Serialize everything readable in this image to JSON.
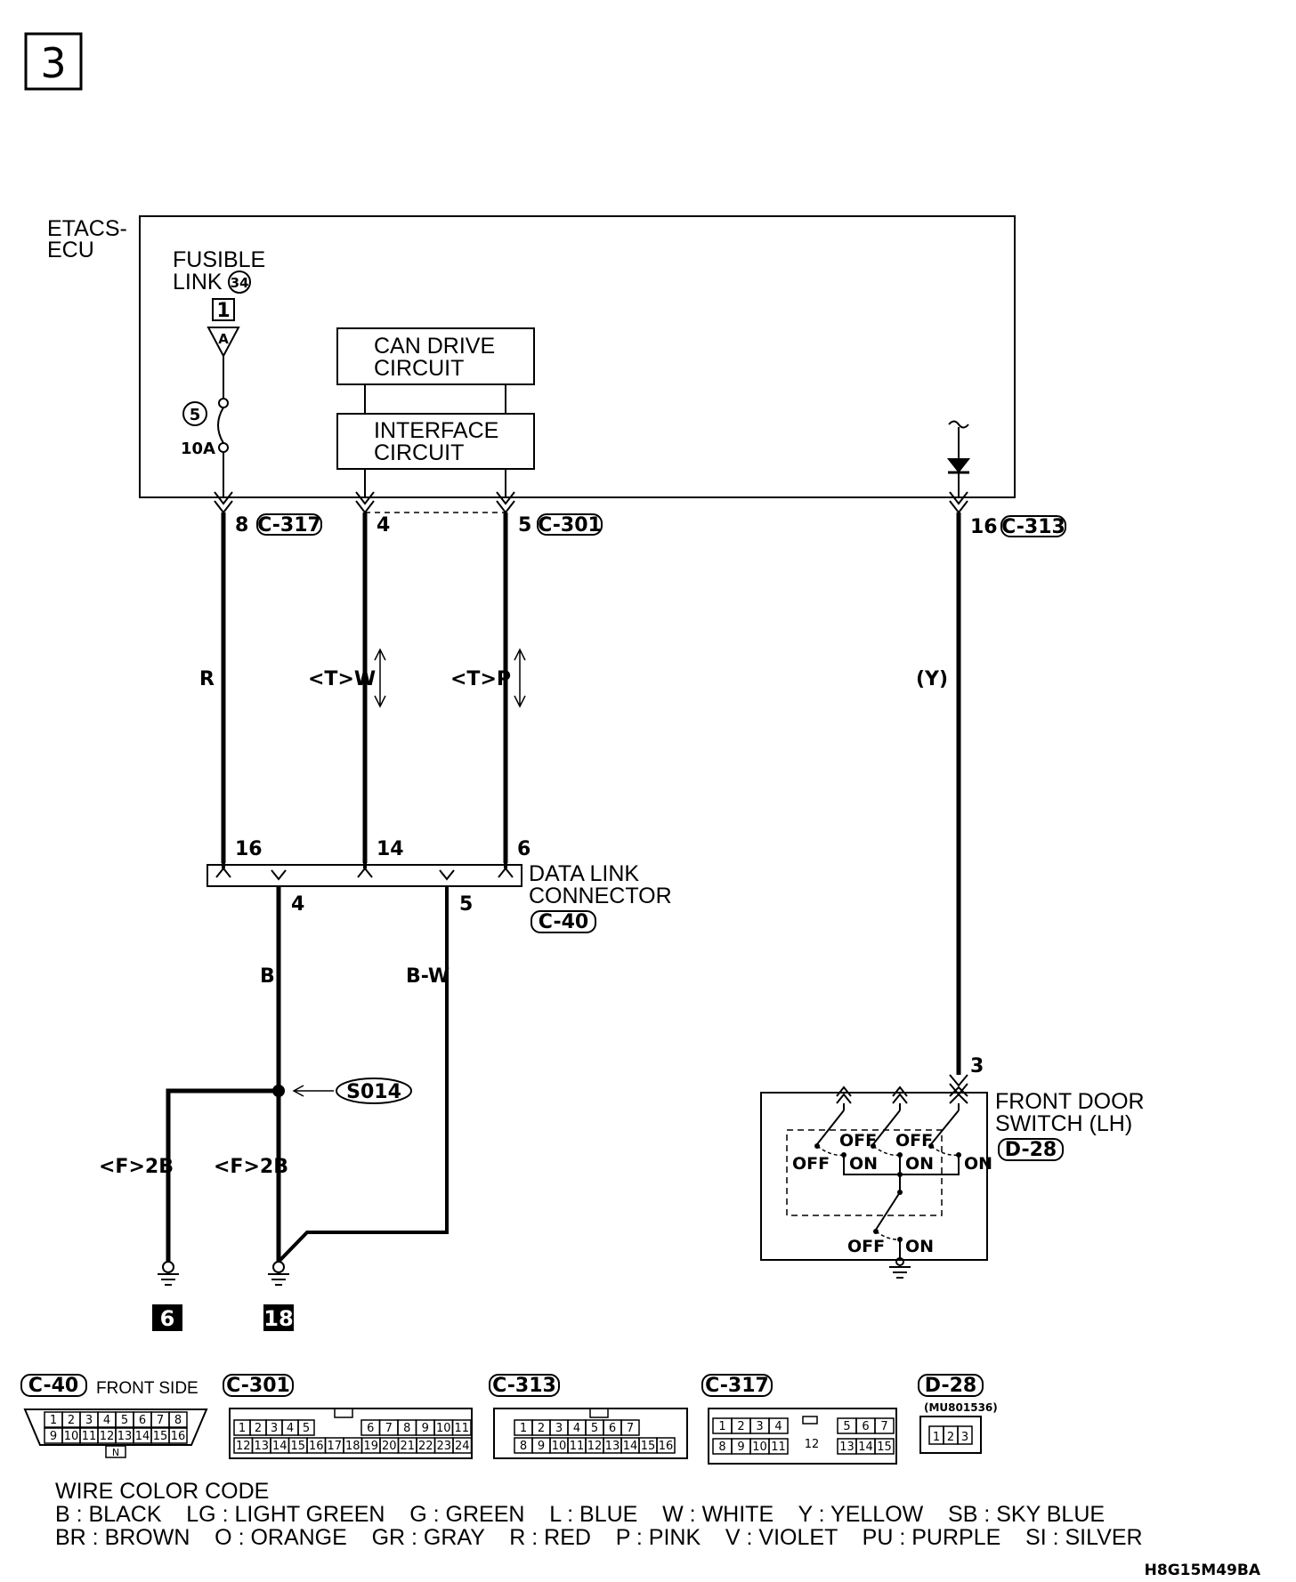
{
  "page_number": "3",
  "ecu": {
    "name_line1": "ETACS-",
    "name_line2": "ECU",
    "fusible_link_line1": "FUSIBLE",
    "fusible_link_line2": "LINK",
    "fusible_link_number": "34",
    "power_ref": "1",
    "power_letter": "A",
    "fuse_number": "5",
    "fuse_rating": "10A",
    "can_drive_line1": "CAN DRIVE",
    "can_drive_line2": "CIRCUIT",
    "interface_line1": "INTERFACE",
    "interface_line2": "CIRCUIT"
  },
  "ecu_pins": [
    {
      "pin": "8",
      "connector": "C-317"
    },
    {
      "pin": "4",
      "connector": ""
    },
    {
      "pin": "5",
      "connector": "C-301"
    },
    {
      "pin": "16",
      "connector": "C-313"
    }
  ],
  "wire_colors": {
    "w1": "R",
    "w2": "<T>W",
    "w3": "<T>P",
    "w4": "(Y)",
    "w5": "B",
    "w6": "B-W",
    "w7": "<F>2B",
    "w8": "<F>2B"
  },
  "dlc": {
    "label_line1": "DATA LINK",
    "label_line2": "CONNECTOR",
    "connector": "C-40",
    "top_pins": [
      "16",
      "14",
      "6"
    ],
    "bottom_pins": [
      "4",
      "5"
    ]
  },
  "splice": "S014",
  "grounds": [
    "6",
    "18"
  ],
  "door_switch": {
    "label_line1": "FRONT DOOR",
    "label_line2": "SWITCH (LH)",
    "connector": "D-28",
    "pin": "3",
    "off": "OFF",
    "on": "ON"
  },
  "connectors": {
    "c40": {
      "label": "C-40",
      "note": "FRONT SIDE",
      "row1": [
        "1",
        "2",
        "3",
        "4",
        "5",
        "6",
        "7",
        "8"
      ],
      "row2": [
        "9",
        "10",
        "11",
        "12",
        "13",
        "14",
        "15",
        "16"
      ],
      "key": "N"
    },
    "c301": {
      "label": "C-301",
      "row1": [
        "1",
        "2",
        "3",
        "4",
        "5",
        "6",
        "7",
        "8",
        "9",
        "10",
        "11"
      ],
      "row2": [
        "12",
        "13",
        "14",
        "15",
        "16",
        "17",
        "18",
        "19",
        "20",
        "21",
        "22",
        "23",
        "24"
      ]
    },
    "c313": {
      "label": "C-313",
      "row1": [
        "1",
        "2",
        "3",
        "4",
        "5",
        "6",
        "7"
      ],
      "row2": [
        "8",
        "9",
        "10",
        "11",
        "12",
        "13",
        "14",
        "15",
        "16"
      ]
    },
    "c317": {
      "label": "C-317",
      "row1": [
        "1",
        "2",
        "3",
        "4",
        "5",
        "6",
        "7"
      ],
      "row2": [
        "8",
        "9",
        "10",
        "11",
        "13",
        "14",
        "15"
      ],
      "center": "12"
    },
    "d28": {
      "label": "D-28",
      "part": "(MU801536)",
      "row1": [
        "1",
        "2",
        "3"
      ]
    }
  },
  "legend": {
    "title": "WIRE COLOR CODE",
    "line1": "B : BLACK    LG : LIGHT GREEN    G : GREEN    L : BLUE    W : WHITE    Y : YELLOW    SB : SKY BLUE",
    "line2": "BR : BROWN    O : ORANGE    GR : GRAY    R : RED    P : PINK    V : VIOLET    PU : PURPLE    SI : SILVER"
  },
  "code": "H8G15M49BA"
}
